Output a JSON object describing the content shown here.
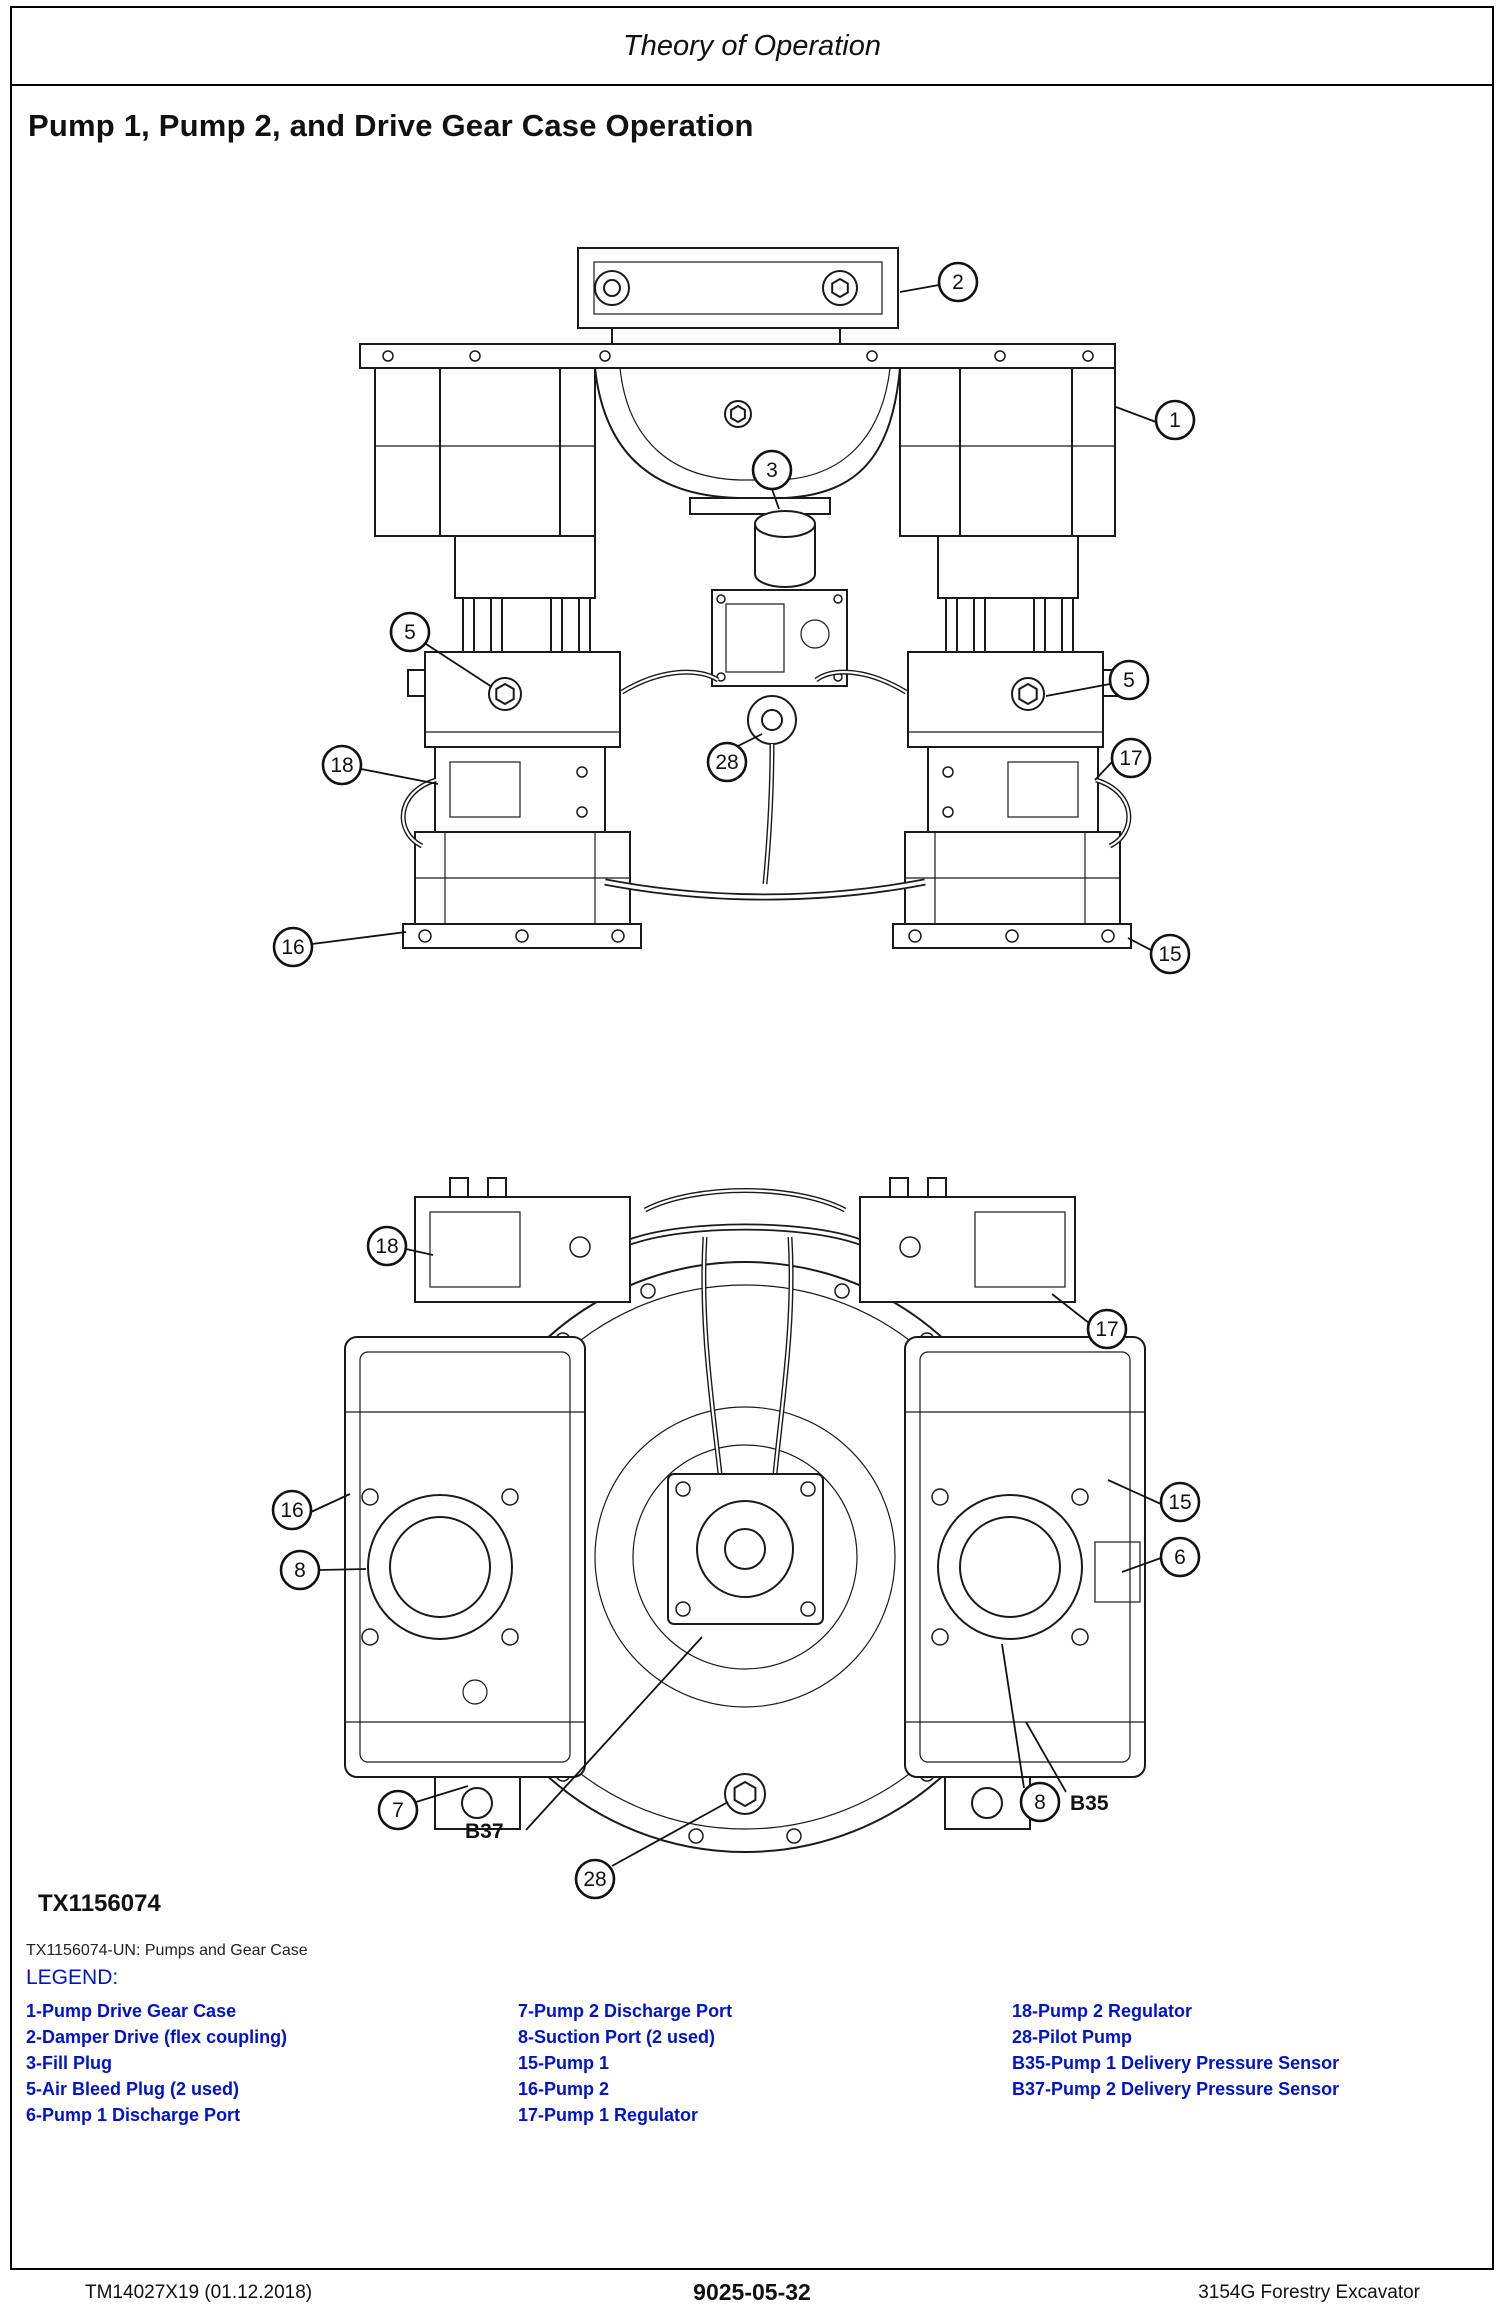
{
  "header": {
    "title": "Theory of Operation"
  },
  "section": {
    "title": "Pump 1, Pump 2, and Drive Gear Case Operation"
  },
  "figure": {
    "id": "TX1156074",
    "caption": "TX1156074-UN: Pumps and Gear Case",
    "top_callouts": [
      "2",
      "1",
      "3",
      "5",
      "5",
      "18",
      "28",
      "17",
      "16",
      "15"
    ],
    "bottom_callouts": [
      "18",
      "17",
      "16",
      "15",
      "8",
      "6",
      "7",
      "8",
      "28"
    ],
    "sensor_labels": {
      "b35": "B35",
      "b37": "B37"
    }
  },
  "legend": {
    "title": "LEGEND:",
    "columns": [
      {
        "items": [
          "1-Pump Drive Gear Case",
          "2-Damper Drive (flex coupling)",
          "3-Fill Plug",
          "5-Air Bleed Plug (2 used)",
          "6-Pump 1 Discharge Port"
        ]
      },
      {
        "items": [
          "7-Pump 2 Discharge Port",
          "8-Suction Port (2 used)",
          "15-Pump 1",
          "16-Pump 2",
          "17-Pump 1 Regulator"
        ]
      },
      {
        "items": [
          "18-Pump 2 Regulator",
          "28-Pilot Pump",
          "B35-Pump 1 Delivery Pressure Sensor",
          "B37-Pump 2 Delivery Pressure Sensor"
        ]
      }
    ]
  },
  "footer": {
    "left": "TM14027X19 (01.12.2018)",
    "center": "9025-05-32",
    "right": "3154G Forestry Excavator"
  },
  "colors": {
    "legend_blue": "#0012cc",
    "line_black": "#1a1a1a"
  }
}
